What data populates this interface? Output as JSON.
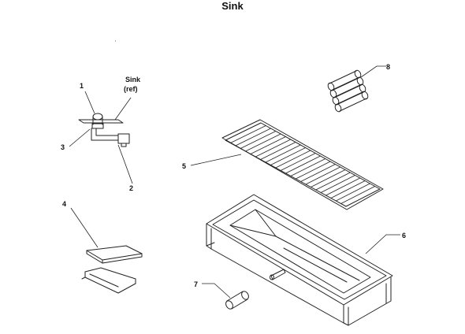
{
  "diagram": {
    "title": "Sink",
    "callouts": {
      "c1": "1",
      "c2": "2",
      "c3": "3",
      "c4": "4",
      "c5": "5",
      "c6": "6",
      "c7": "7",
      "c8": "8",
      "sink_line1": "Sink",
      "sink_line2": "(ref)"
    }
  }
}
